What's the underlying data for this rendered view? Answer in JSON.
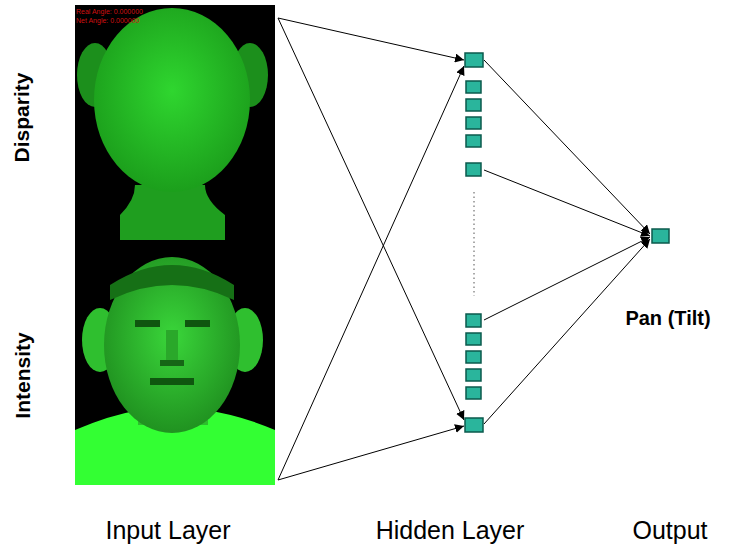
{
  "diagram": {
    "labels": [
      "Real Angle: 0.000000",
      "Net Angle: 0.000000",
      "Disparity",
      "Intensity",
      "Pan (Tilt)",
      "Input Layer",
      "Hidden Layer",
      "Output"
    ]
  }
}
